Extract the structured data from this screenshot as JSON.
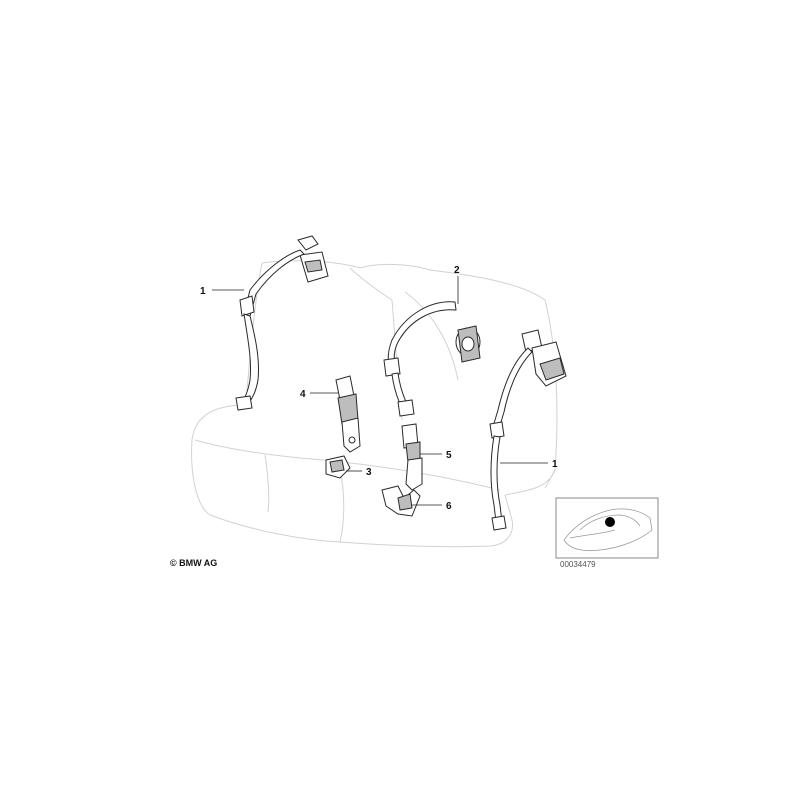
{
  "diagram": {
    "callouts": [
      {
        "id": "left-retractor-belt",
        "label": "1"
      },
      {
        "id": "center-retractor-belt",
        "label": "2"
      },
      {
        "id": "buckle-mount",
        "label": "3"
      },
      {
        "id": "buckle-left",
        "label": "4"
      },
      {
        "id": "buckle-center",
        "label": "5"
      },
      {
        "id": "buckle-mount-center",
        "label": "6"
      },
      {
        "id": "right-retractor-belt",
        "label": "1"
      }
    ],
    "copyright": "© BMW AG",
    "thumbnail": {
      "reference_number": "00034479"
    }
  }
}
